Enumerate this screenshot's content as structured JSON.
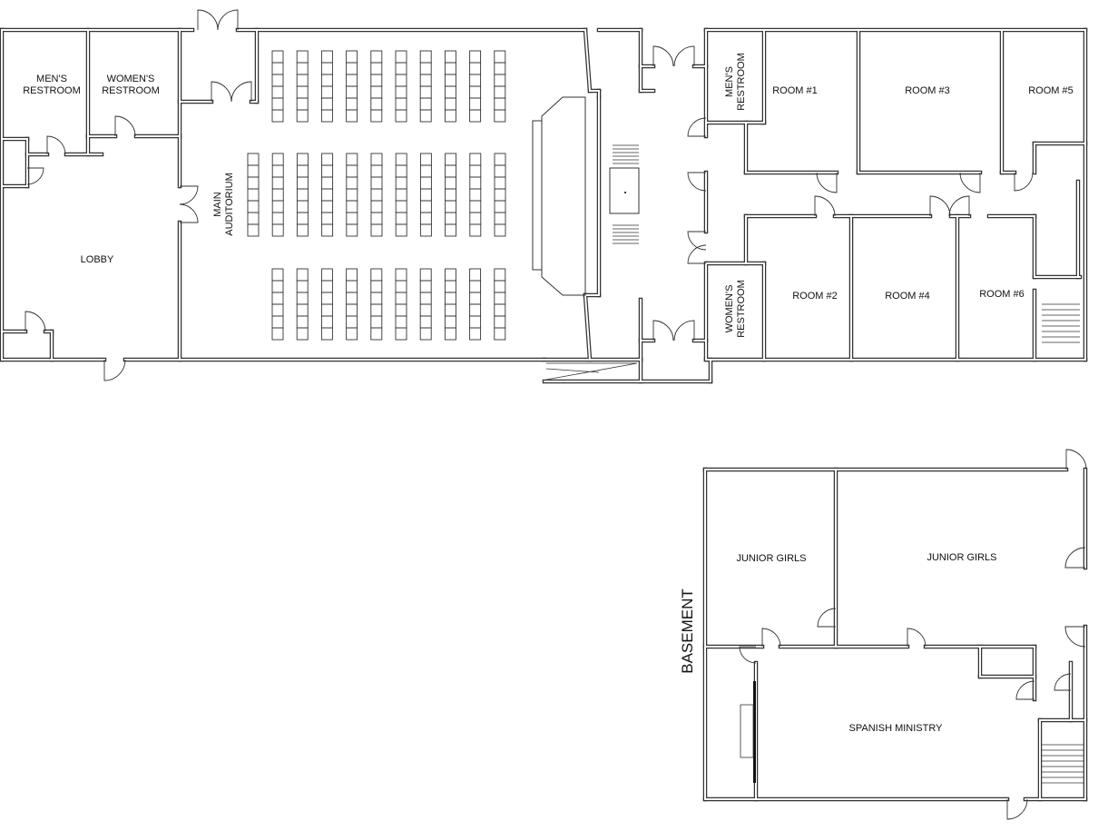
{
  "main_floor": {
    "mens_restroom": [
      "MEN'S",
      "RESTROOM"
    ],
    "womens_restroom": [
      "WOMEN'S",
      "RESTROOM"
    ],
    "lobby": "LOBBY",
    "auditorium": [
      "MAIN",
      "AUDITORIUM"
    ],
    "wing_mens_restroom": [
      "MEN'S",
      "RESTROOM"
    ],
    "wing_womens_restroom": [
      "WOMEN'S",
      "RESTROOM"
    ],
    "rooms": [
      "ROOM #1",
      "ROOM #3",
      "ROOM #5",
      "ROOM #2",
      "ROOM #4",
      "ROOM #6"
    ]
  },
  "basement": {
    "title": "BASEMENT",
    "junior_girls_left": "JUNIOR GIRLS",
    "junior_girls_right": "JUNIOR GIRLS",
    "spanish_ministry": "SPANISH MINISTRY"
  }
}
